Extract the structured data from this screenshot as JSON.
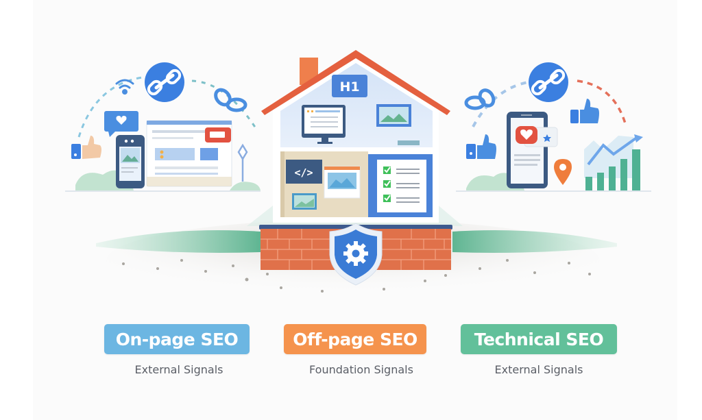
{
  "illustration": {
    "house": {
      "heading_tag": "H1",
      "code_tag": "</>"
    },
    "colors": {
      "roof": "#e4603f",
      "brick": "#e0714a",
      "shield": "#3a7bd5",
      "grass": "#7fcba5",
      "link_circle": "#3b7fe0",
      "background": "#fbfbfb"
    }
  },
  "categories": [
    {
      "label": "On-page SEO",
      "subtitle": "External Signals",
      "color": "#6cb6e2"
    },
    {
      "label": "Off-page SEO",
      "subtitle": "Foundation Signals",
      "color": "#f5934d"
    },
    {
      "label": "Technical SEO",
      "subtitle": "External Signals",
      "color": "#62c09a"
    }
  ]
}
